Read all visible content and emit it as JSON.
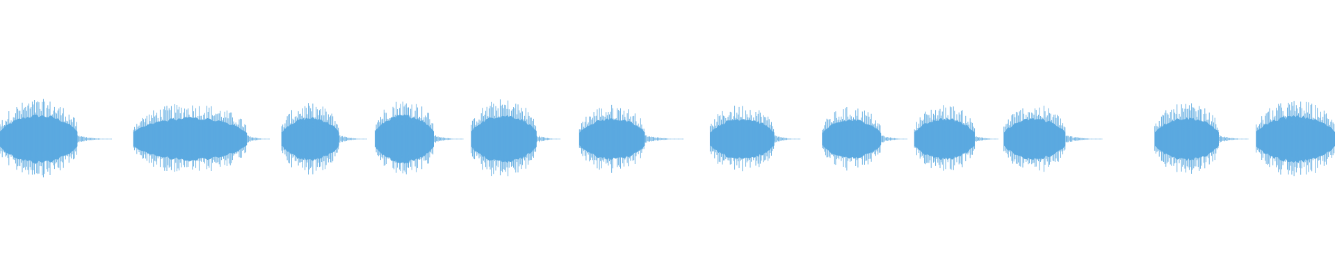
{
  "waveform": {
    "color": "#5ba9e0",
    "background": "#ffffff",
    "segments": [
      {
        "start": 0.0,
        "end": 0.058,
        "amplitude": 0.58,
        "tail_end": 0.084
      },
      {
        "start": 0.1,
        "end": 0.185,
        "amplitude": 0.52,
        "tail_end": 0.202
      },
      {
        "start": 0.211,
        "end": 0.254,
        "amplitude": 0.52,
        "tail_end": 0.275
      },
      {
        "start": 0.281,
        "end": 0.325,
        "amplitude": 0.58,
        "tail_end": 0.347
      },
      {
        "start": 0.353,
        "end": 0.402,
        "amplitude": 0.58,
        "tail_end": 0.42
      },
      {
        "start": 0.434,
        "end": 0.483,
        "amplitude": 0.5,
        "tail_end": 0.512
      },
      {
        "start": 0.532,
        "end": 0.58,
        "amplitude": 0.5,
        "tail_end": 0.6
      },
      {
        "start": 0.616,
        "end": 0.66,
        "amplitude": 0.47,
        "tail_end": 0.68
      },
      {
        "start": 0.685,
        "end": 0.73,
        "amplitude": 0.5,
        "tail_end": 0.748
      },
      {
        "start": 0.752,
        "end": 0.798,
        "amplitude": 0.5,
        "tail_end": 0.826
      },
      {
        "start": 0.865,
        "end": 0.913,
        "amplitude": 0.52,
        "tail_end": 0.935
      },
      {
        "start": 0.941,
        "end": 1.0,
        "amplitude": 0.56,
        "tail_end": 1.0
      }
    ]
  }
}
